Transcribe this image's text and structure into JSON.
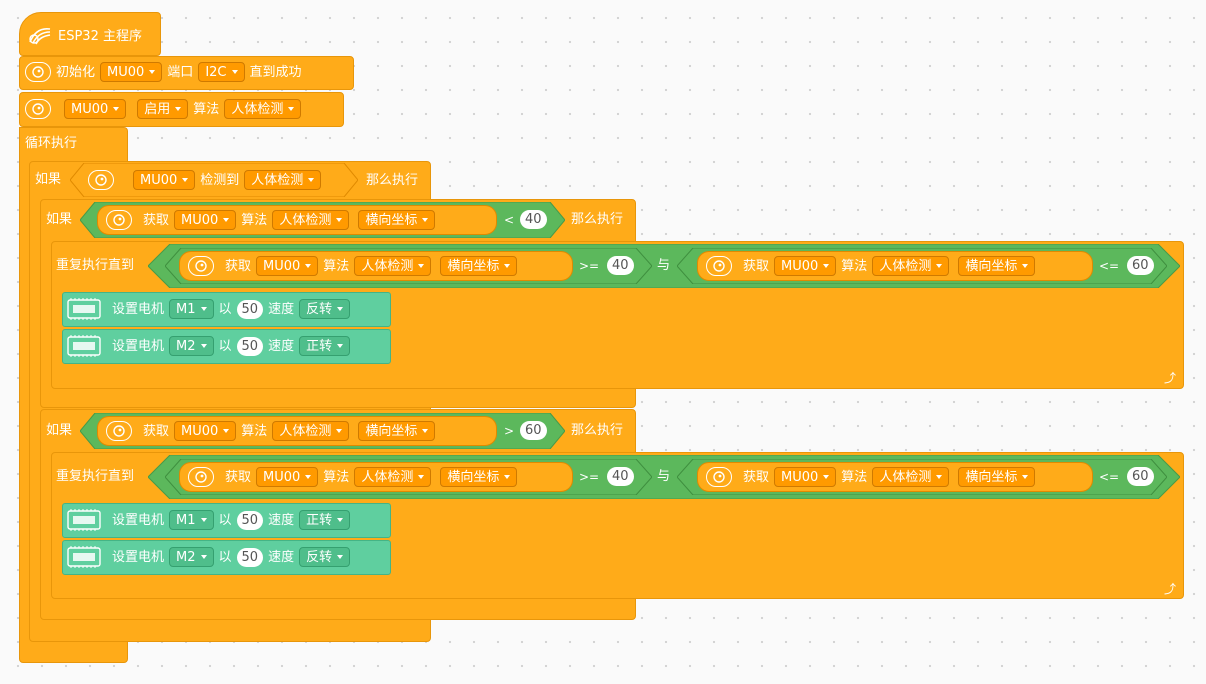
{
  "hat": {
    "label": "ESP32 主程序"
  },
  "init": {
    "prefix": "初始化",
    "sensor": "MU00",
    "port_label": "端口",
    "port": "I2C",
    "suffix": "直到成功"
  },
  "enable": {
    "sensor": "MU00",
    "action": "启用",
    "algo_label": "算法",
    "algo": "人体检测"
  },
  "loop": {
    "label": "循环执行"
  },
  "if1": {
    "if_label": "如果",
    "sensor": "MU00",
    "detect_label": "检测到",
    "algo": "人体检测",
    "then_label": "那么执行"
  },
  "if2": {
    "if_label": "如果",
    "get_label": "获取",
    "sensor": "MU00",
    "algo_label": "算法",
    "algo": "人体检测",
    "coord": "横向坐标",
    "op": "<",
    "value": "40",
    "then_label": "那么执行"
  },
  "repeat1": {
    "label": "重复执行直到",
    "left": {
      "get_label": "获取",
      "sensor": "MU00",
      "algo_label": "算法",
      "algo": "人体检测",
      "coord": "横向坐标",
      "op": ">=",
      "value": "40"
    },
    "and_label": "与",
    "right": {
      "get_label": "获取",
      "sensor": "MU00",
      "algo_label": "算法",
      "algo": "人体检测",
      "coord": "横向坐标",
      "op": "<=",
      "value": "60"
    },
    "motors": [
      {
        "label": "设置电机",
        "motor": "M1",
        "by_label": "以",
        "speed": "50",
        "speed_label": "速度",
        "dir": "反转"
      },
      {
        "label": "设置电机",
        "motor": "M2",
        "by_label": "以",
        "speed": "50",
        "speed_label": "速度",
        "dir": "正转"
      }
    ]
  },
  "if3": {
    "if_label": "如果",
    "get_label": "获取",
    "sensor": "MU00",
    "algo_label": "算法",
    "algo": "人体检测",
    "coord": "横向坐标",
    "op": ">",
    "value": "60",
    "then_label": "那么执行"
  },
  "repeat2": {
    "label": "重复执行直到",
    "left": {
      "get_label": "获取",
      "sensor": "MU00",
      "algo_label": "算法",
      "algo": "人体检测",
      "coord": "横向坐标",
      "op": ">=",
      "value": "40"
    },
    "and_label": "与",
    "right": {
      "get_label": "获取",
      "sensor": "MU00",
      "algo_label": "算法",
      "algo": "人体检测",
      "coord": "横向坐标",
      "op": "<=",
      "value": "60"
    },
    "motors": [
      {
        "label": "设置电机",
        "motor": "M1",
        "by_label": "以",
        "speed": "50",
        "speed_label": "速度",
        "dir": "正转"
      },
      {
        "label": "设置电机",
        "motor": "M2",
        "by_label": "以",
        "speed": "50",
        "speed_label": "速度",
        "dir": "反转"
      }
    ]
  },
  "icons": {
    "hat": "esp32-hat-icon",
    "sensor": "vision-sensor-icon",
    "motor": "motor-driver-icon",
    "loop": "loop-arrow-icon"
  },
  "colors": {
    "control": "#ffab19",
    "logic": "#5cb85c",
    "motor": "#5fcf9f",
    "value_bg": "#ffffff"
  }
}
